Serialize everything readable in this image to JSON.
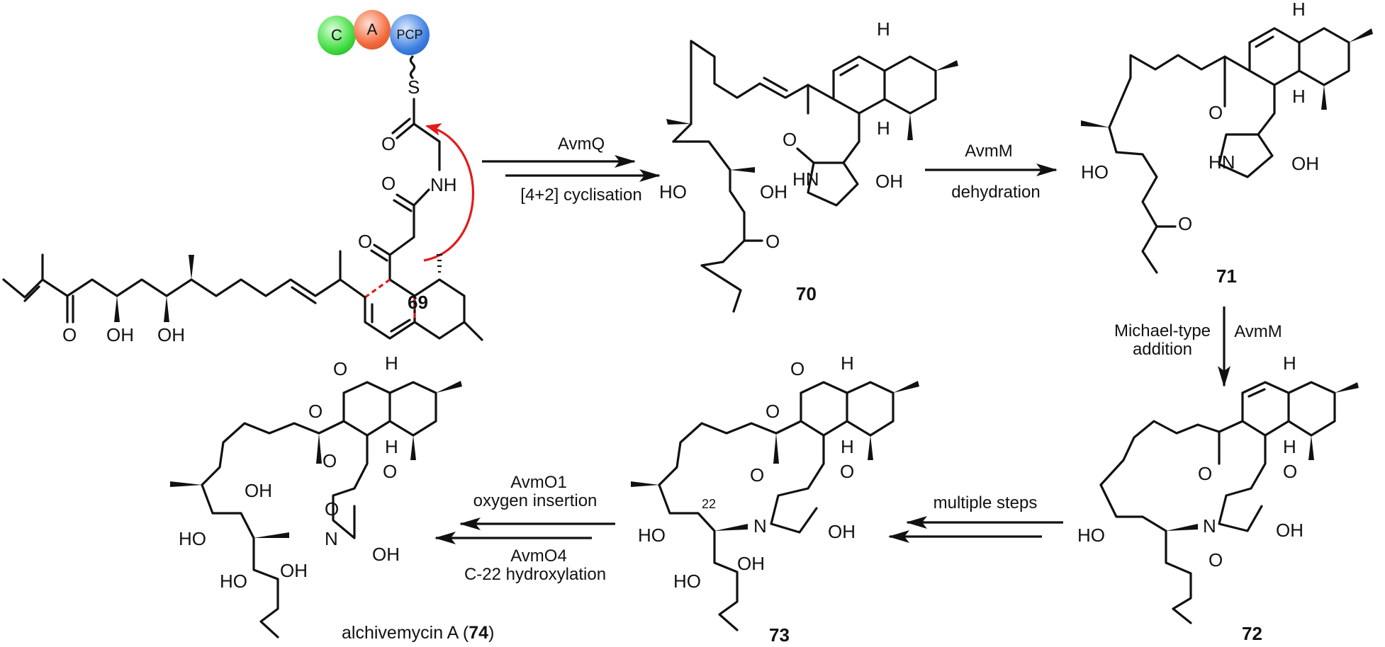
{
  "figure": {
    "title": "Biosynthesis of alchivemycin A",
    "enzyme_domains": [
      {
        "label": "C",
        "color": "#3fdc3f"
      },
      {
        "label": "A",
        "color": "#f26a3c"
      },
      {
        "label": "PCP",
        "color": "#3c7fe0"
      }
    ],
    "highlight_color": "#e21b1b"
  },
  "compounds": {
    "c69": {
      "number": "69"
    },
    "c70": {
      "number": "70"
    },
    "c71": {
      "number": "71"
    },
    "c72": {
      "number": "72"
    },
    "c73": {
      "number": "73",
      "position_label": "22"
    },
    "c74": {
      "name_prefix": "alchivemycin A (",
      "number": "74",
      "name_suffix": ")"
    }
  },
  "atoms": {
    "S": "S",
    "O": "O",
    "NH": "NH",
    "HN": "HN",
    "N": "N",
    "OH": "OH",
    "HO": "HO",
    "H": "H"
  },
  "steps": [
    {
      "id": "step1",
      "from": "69",
      "to": "70",
      "enzyme": "AvmQ",
      "reaction": "[4+2] cyclisation"
    },
    {
      "id": "step2",
      "from": "70",
      "to": "71",
      "enzyme": "AvmM",
      "reaction": "dehydration"
    },
    {
      "id": "step3",
      "from": "71",
      "to": "72",
      "enzyme": "AvmM",
      "reaction": "Michael-type addition"
    },
    {
      "id": "step4",
      "from": "72",
      "to": "73",
      "enzyme": "",
      "reaction": "multiple steps"
    },
    {
      "id": "step5",
      "from": "73",
      "to": "74",
      "enzyme": "AvmO1",
      "reaction": "oxygen insertion",
      "enzyme2": "AvmO4",
      "reaction2": "C-22 hydroxylation"
    }
  ]
}
